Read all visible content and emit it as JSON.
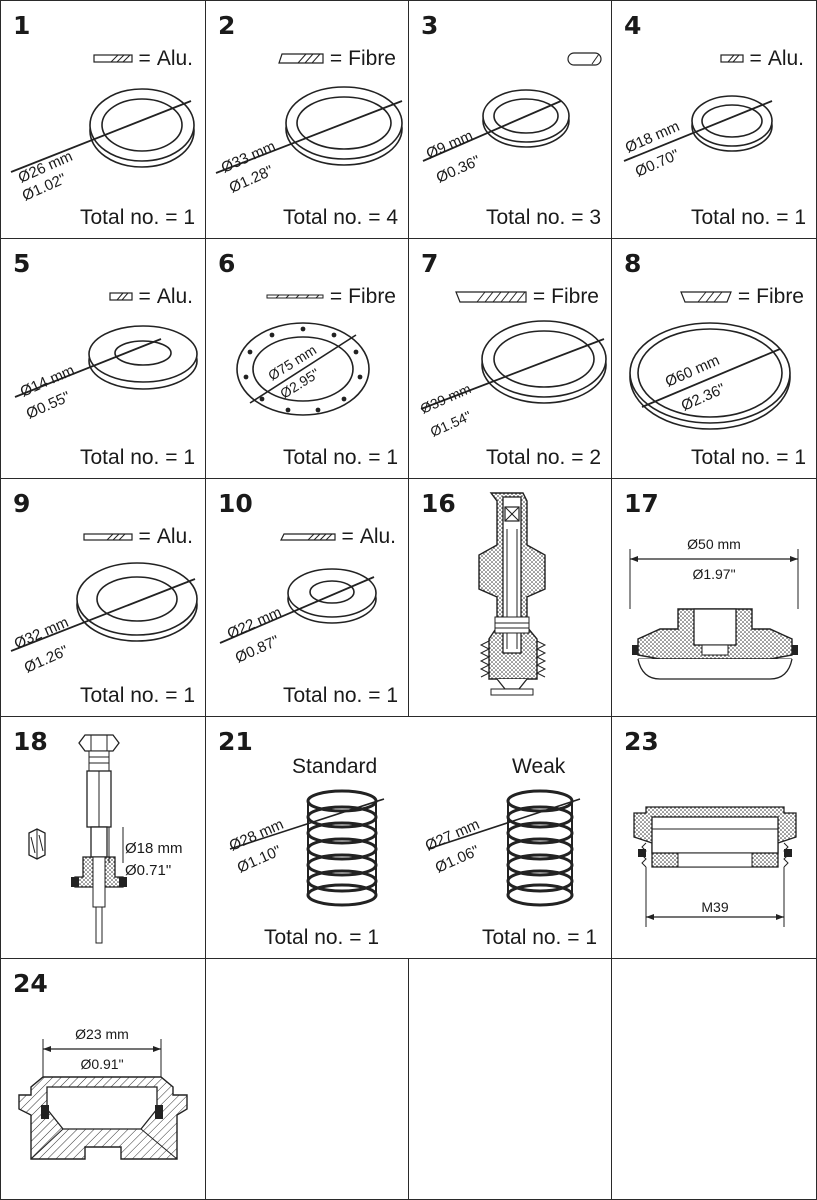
{
  "cells": [
    {
      "id": "1",
      "material": "Alu.",
      "diam_mm": "Ø26 mm",
      "diam_in": "Ø1.02\"",
      "total": "Total no. = 1"
    },
    {
      "id": "2",
      "material": "Fibre",
      "diam_mm": "Ø33 mm",
      "diam_in": "Ø1.28\"",
      "total": "Total no. = 4"
    },
    {
      "id": "3",
      "material": "",
      "diam_mm": "Ø9 mm",
      "diam_in": "Ø0.36\"",
      "total": "Total no. = 3"
    },
    {
      "id": "4",
      "material": "Alu.",
      "diam_mm": "Ø18 mm",
      "diam_in": "Ø0.70\"",
      "total": "Total no. = 1"
    },
    {
      "id": "5",
      "material": "Alu.",
      "diam_mm": "Ø14 mm",
      "diam_in": "Ø0.55\"",
      "total": "Total no. = 1"
    },
    {
      "id": "6",
      "material": "Fibre",
      "diam_mm": "Ø75 mm",
      "diam_in": "Ø2.95\"",
      "total": "Total no. = 1"
    },
    {
      "id": "7",
      "material": "Fibre",
      "diam_mm": "Ø39 mm",
      "diam_in": "Ø1.54\"",
      "total": "Total no. = 2"
    },
    {
      "id": "8",
      "material": "Fibre",
      "diam_mm": "Ø60 mm",
      "diam_in": "Ø2.36\"",
      "total": "Total no. = 1"
    },
    {
      "id": "9",
      "material": "Alu.",
      "diam_mm": "Ø32 mm",
      "diam_in": "Ø1.26\"",
      "total": "Total no. = 1"
    },
    {
      "id": "10",
      "material": "Alu.",
      "diam_mm": "Ø22 mm",
      "diam_in": "Ø0.87\"",
      "total": "Total no. = 1"
    },
    {
      "id": "16"
    },
    {
      "id": "17",
      "diam_mm": "Ø50 mm",
      "diam_in": "Ø1.97\""
    },
    {
      "id": "18",
      "diam_mm": "Ø18 mm",
      "diam_in": "Ø0.71\""
    },
    {
      "id": "21",
      "standard": {
        "label": "Standard",
        "diam_mm": "Ø28 mm",
        "diam_in": "Ø1.10\"",
        "total": "Total no. = 1"
      },
      "weak": {
        "label": "Weak",
        "diam_mm": "Ø27 mm",
        "diam_in": "Ø1.06\"",
        "total": "Total no. = 1"
      }
    },
    {
      "id": "23",
      "thread": "M39"
    },
    {
      "id": "24",
      "diam_mm": "Ø23 mm",
      "diam_in": "Ø0.91\""
    }
  ]
}
